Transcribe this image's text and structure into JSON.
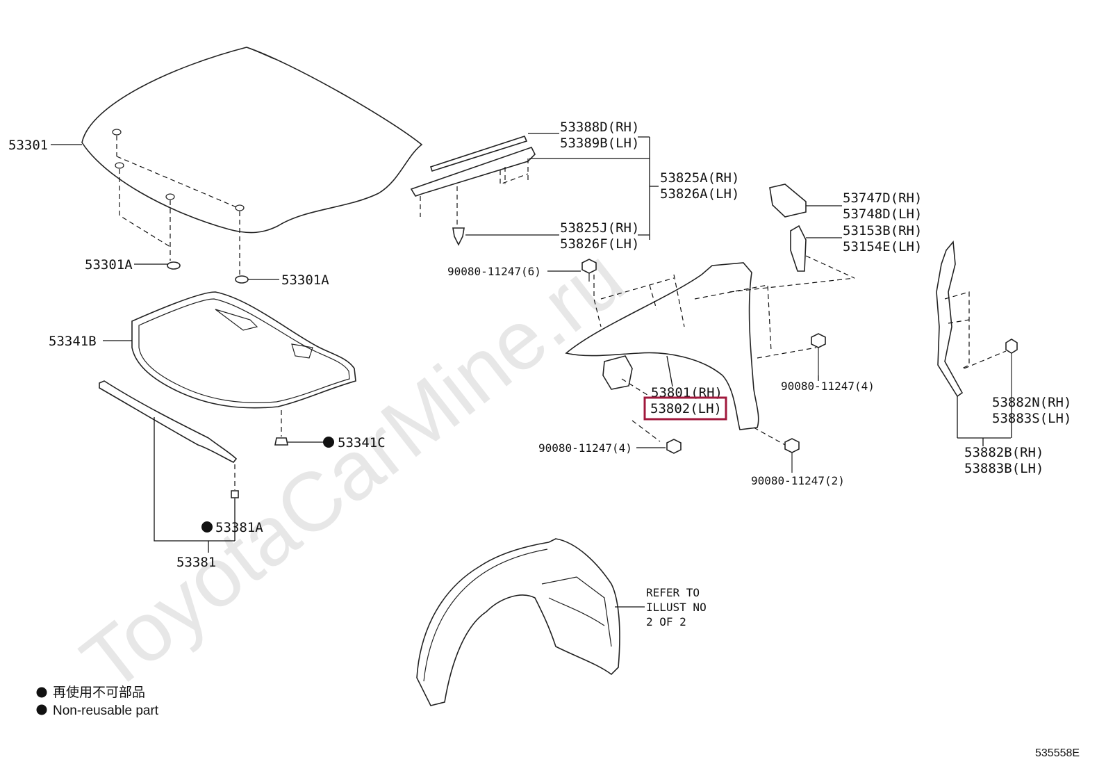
{
  "watermark": "ToyotaCarMine.ru",
  "diagram_id": "535558E",
  "labels": {
    "l53301": "53301",
    "l53301A_1": "53301A",
    "l53301A_2": "53301A",
    "l53341B": "53341B",
    "l53341C": "53341C",
    "l53381A": "53381A",
    "l53381": "53381",
    "l53388D": "53388D(RH)",
    "l53389B": "53389B(LH)",
    "l53825A": "53825A(RH)",
    "l53826A": "53826A(LH)",
    "l53825J": "53825J(RH)",
    "l53826F": "53826F(LH)",
    "l53747D": "53747D(RH)",
    "l53748D": "53748D(LH)",
    "l53153B": "53153B(RH)",
    "l53154E": "53154E(LH)",
    "l90080_6": "90080-11247(6)",
    "l90080_4a": "90080-11247(4)",
    "l90080_4b": "90080-11247(4)",
    "l90080_2": "90080-11247(2)",
    "l53801": "53801(RH)",
    "l53802": "53802(LH)",
    "l53882N": "53882N(RH)",
    "l53883S": "53883S(LH)",
    "l53882B": "53882B(RH)",
    "l53883B": "53883B(LH)"
  },
  "refer": {
    "line1": "REFER TO",
    "line2": "ILLUST NO",
    "line3": "2 OF 2"
  },
  "legend": {
    "jp": "再使用不可部品",
    "en": "Non-reusable part"
  },
  "colors": {
    "highlight": "#a0183c",
    "ink": "#111111"
  }
}
